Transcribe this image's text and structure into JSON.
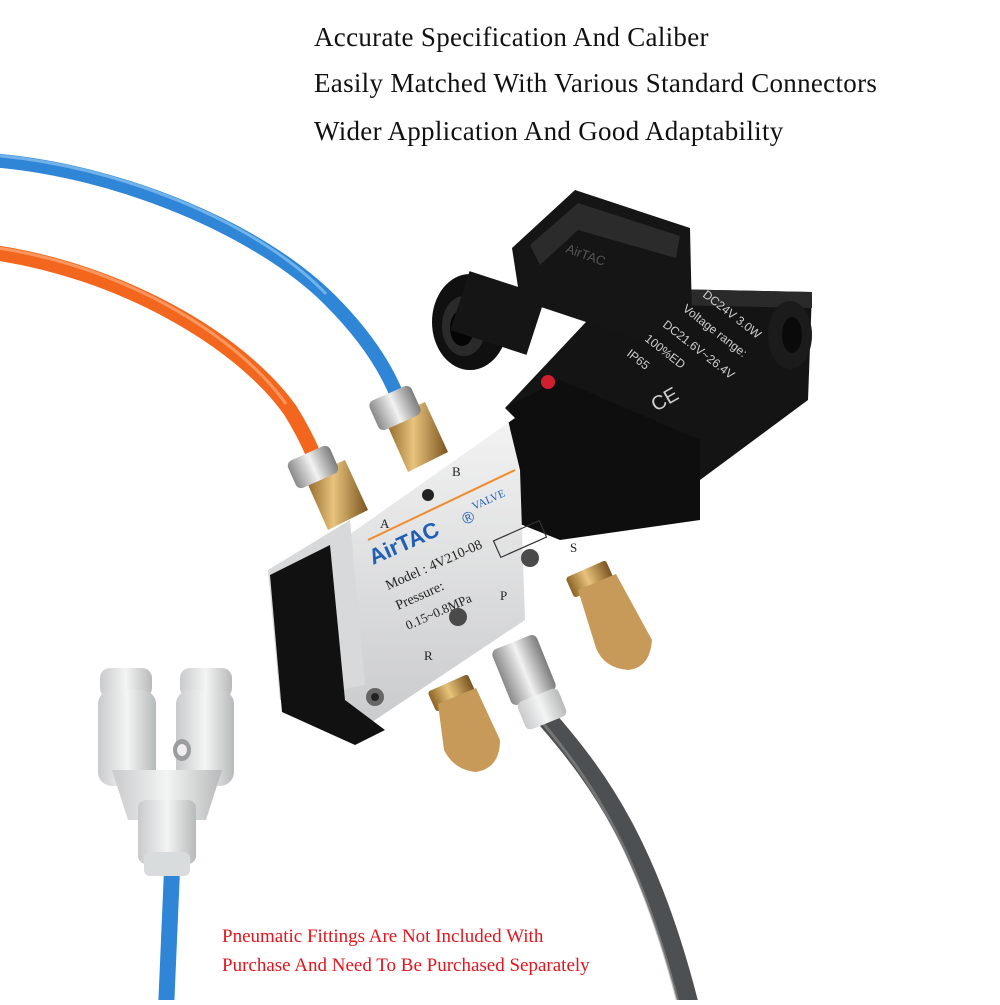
{
  "headlines": [
    "Accurate Specification And Caliber",
    "Easily Matched With Various Standard Connectors",
    "Wider Application And Good Adaptability"
  ],
  "valve": {
    "brand": "AirTAC",
    "registered": "®",
    "type_label": "VALVE",
    "model": "Model : 4V210-08",
    "pressure_label": "Pressure:",
    "pressure_range": "0.15~0.8MPa",
    "ports": {
      "a": "A",
      "b": "B",
      "p": "P",
      "r": "R",
      "s": "S"
    }
  },
  "coil": {
    "brand": "AirTAC",
    "rating": "DC24V 3.0W",
    "voltage_label": "Voltage range:",
    "voltage_range": "DC21.6V~26.4V",
    "duty": "100%ED",
    "ip": "IP65",
    "mark": "CE"
  },
  "notice": [
    "Pneumatic Fittings Are Not Included With",
    "Purchase And Need To Be Purchased Separately"
  ],
  "colors": {
    "blue_tube": "#2f86d6",
    "orange_tube": "#f2661d",
    "gray_tube": "#4d5052",
    "notice_red": "#e3141b",
    "brand_blue": "#1f5fb4",
    "brass": "#c4964a"
  }
}
